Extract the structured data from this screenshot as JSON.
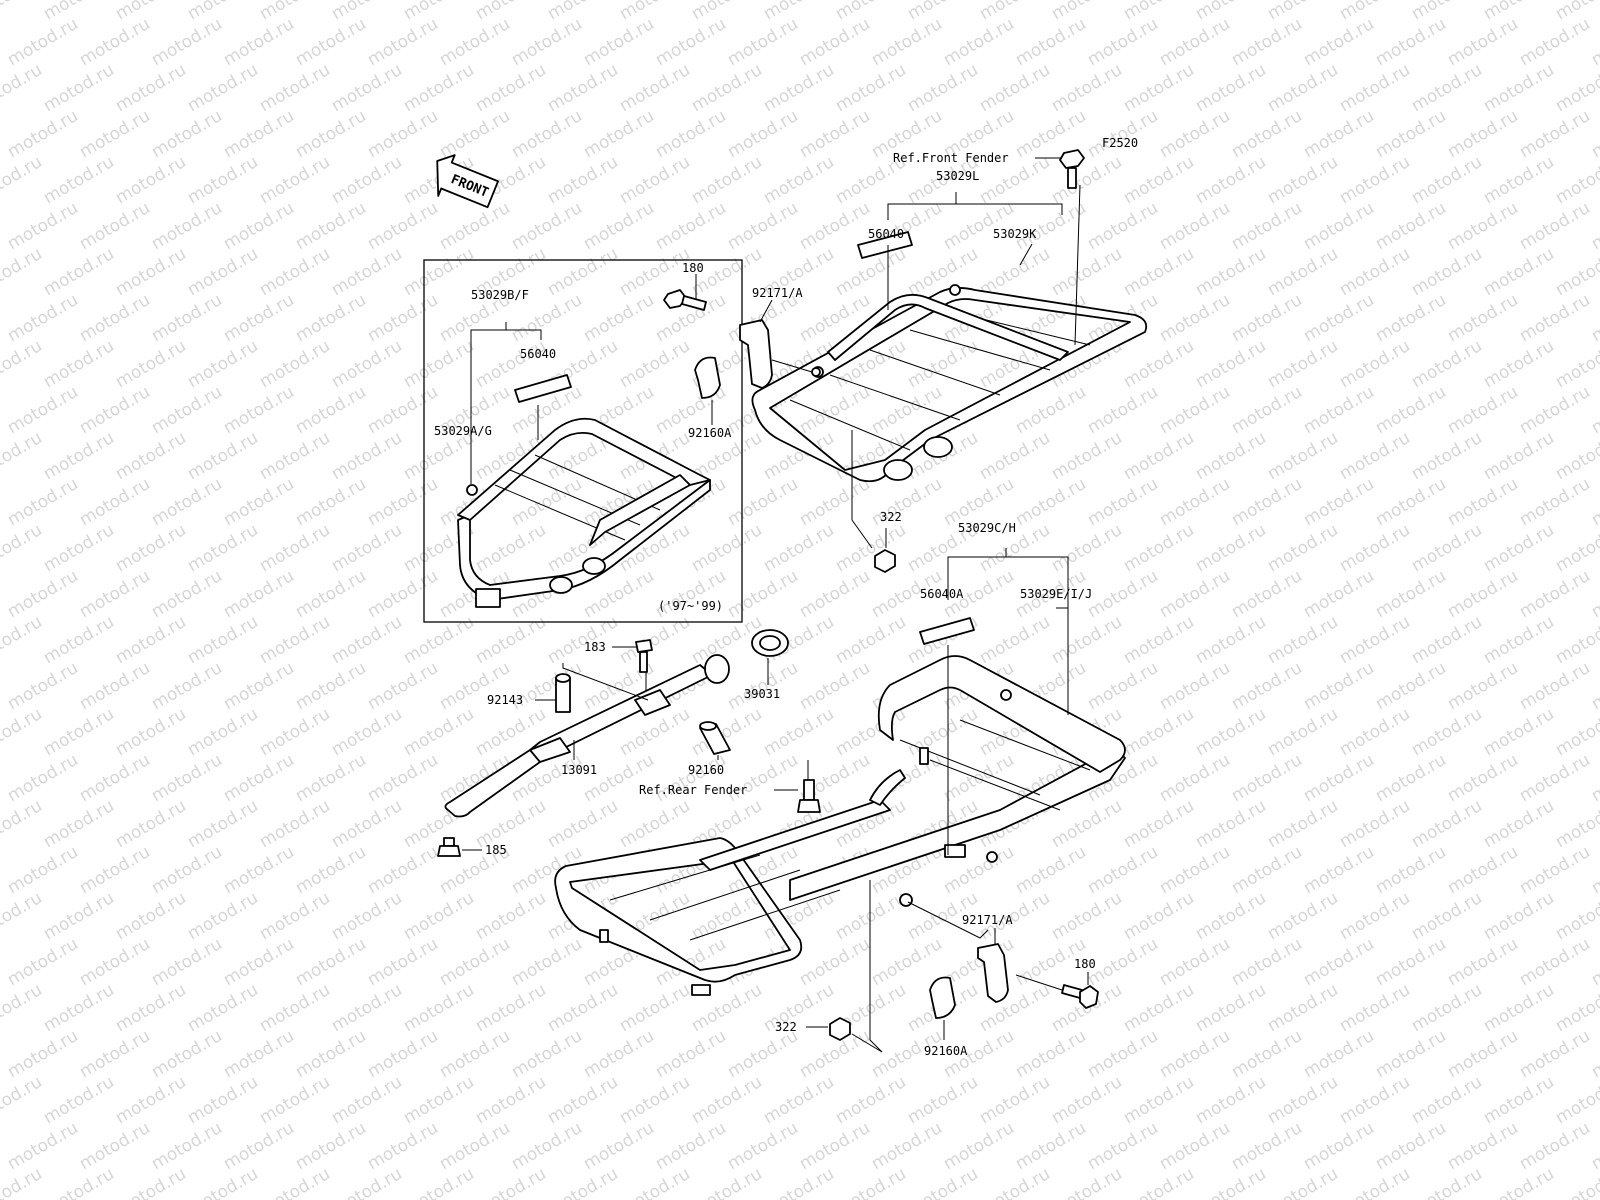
{
  "figure_code": "F2520",
  "watermark": "motod.ru",
  "front_arrow": "FRONT",
  "inset_note": "('97~'99)",
  "labels": {
    "ref_front_fender": "Ref.Front Fender",
    "p53029L": "53029L",
    "p56040_right": "56040",
    "p53029K": "53029K",
    "p180_top": "180",
    "p92171A_top": "92171/A",
    "p92160A_top": "92160A",
    "p53029BF": "53029B/F",
    "p56040_inset": "56040",
    "p53029AG": "53029A/G",
    "p322_top": "322",
    "p53029CH": "53029C/H",
    "p56040A": "56040A",
    "p53029EIJ": "53029E/I/J",
    "p183": "183",
    "p39031": "39031",
    "p92143": "92143",
    "p13091": "13091",
    "p92160": "92160",
    "ref_rear_fender": "Ref.Rear Fender",
    "p185": "185",
    "p92171A_bottom": "92171/A",
    "p180_bottom": "180",
    "p322_bottom": "322",
    "p92160A_bottom": "92160A"
  }
}
